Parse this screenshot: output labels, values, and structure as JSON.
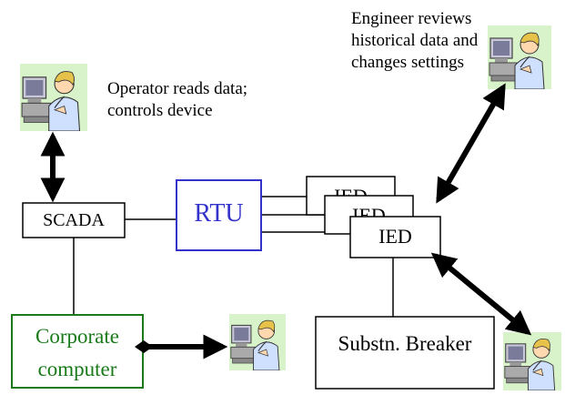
{
  "colors": {
    "line": "#000000",
    "rtu": "#3333cc",
    "corporate": "#1a7a1a",
    "background": "#ffffff"
  },
  "icons": {
    "person": "person-at-computer-icon"
  },
  "nodes": {
    "scada": "SCADA",
    "rtu": "RTU",
    "ied": "IED",
    "breaker": "Substn. Breaker",
    "corporate_line1": "Corporate",
    "corporate_line2": "computer"
  },
  "notes": {
    "operator_line1": "Operator reads data;",
    "operator_line2": "controls device",
    "engineer_line1": "Engineer reviews",
    "engineer_line2": "historical data and",
    "engineer_line3": "changes settings"
  }
}
